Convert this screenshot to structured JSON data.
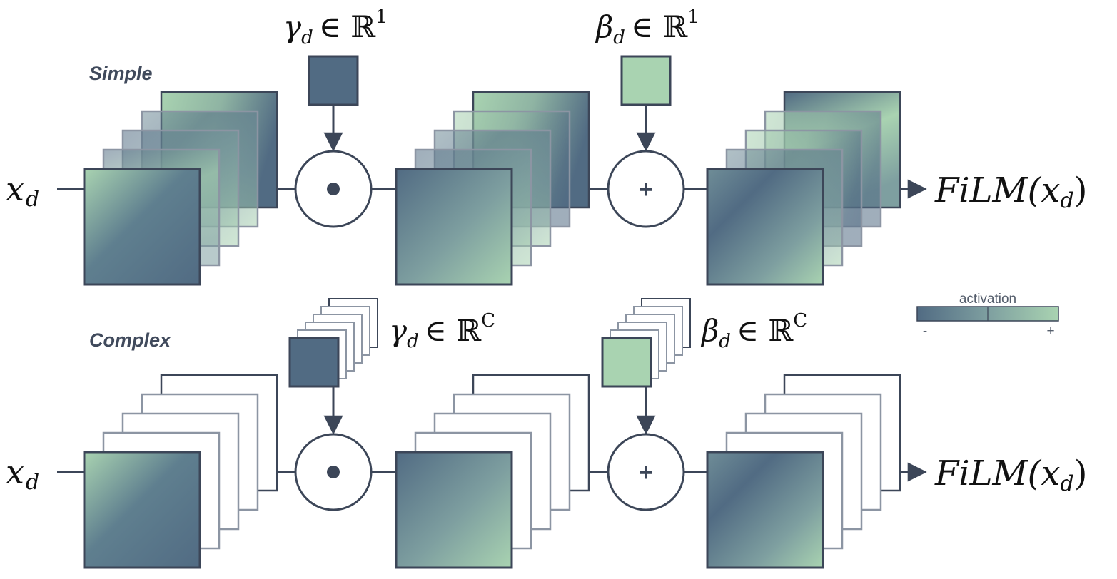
{
  "colors": {
    "dark": "#516b83",
    "light": "#a9d3b1",
    "mid": "#7e9fa0",
    "stroke": "#3c4658"
  },
  "rows": [
    {
      "title": "Simple",
      "input_label": {
        "base": "x",
        "sub": "d"
      },
      "output_label": {
        "base": "FiLM(x",
        "sub": "d",
        "close": ")"
      },
      "gamma": {
        "symbol": "γ",
        "sub": "d",
        "set": "∈ ℝ",
        "sup": "1",
        "color": "dark"
      },
      "beta": {
        "symbol": "β",
        "sub": "d",
        "set": "∈ ℝ",
        "sup": "1",
        "color": "light"
      },
      "op1": {
        "name": "multiply",
        "icon": "dot-product-icon"
      },
      "op2": {
        "name": "add",
        "icon": "plus-icon",
        "glyph": "+"
      }
    },
    {
      "title": "Complex",
      "input_label": {
        "base": "x",
        "sub": "d"
      },
      "output_label": {
        "base": "FiLM(x",
        "sub": "d",
        "close": ")"
      },
      "gamma": {
        "symbol": "γ",
        "sub": "d",
        "set": "∈ ℝ",
        "sup": "C",
        "color": "dark"
      },
      "beta": {
        "symbol": "β",
        "sub": "d",
        "set": "∈ ℝ",
        "sup": "C",
        "color": "light"
      },
      "op1": {
        "name": "multiply",
        "icon": "dot-product-icon"
      },
      "op2": {
        "name": "add",
        "icon": "plus-icon",
        "glyph": "+"
      }
    }
  ],
  "legend": {
    "title": "activation",
    "min_label": "-",
    "max_label": "+"
  }
}
